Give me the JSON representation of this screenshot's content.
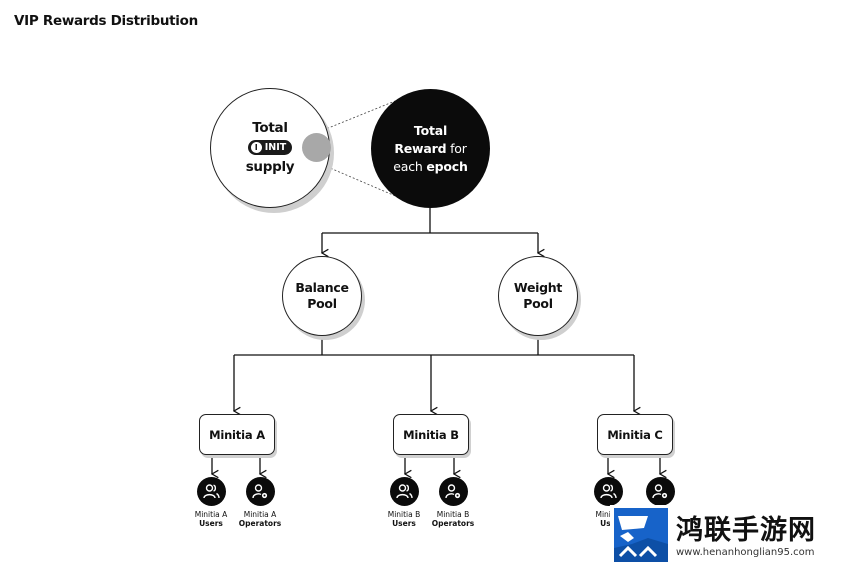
{
  "page": {
    "title": "VIP Rewards Distribution"
  },
  "supply_node": {
    "line1": "Total",
    "token_symbol": "INIT",
    "token_glyph": "I",
    "line2": "supply"
  },
  "epoch_node": {
    "line1": "Total",
    "line2_bold": "Reward",
    "line2_rest": " for",
    "line3_rest": "each ",
    "line3_bold": "epoch"
  },
  "pools": {
    "balance": {
      "line1": "Balance",
      "line2": "Pool"
    },
    "weight": {
      "line1": "Weight",
      "line2": "Pool"
    }
  },
  "minitias": [
    {
      "label": "Minitia A",
      "users_top": "Minitia A",
      "users_bottom": "Users",
      "operators_top": "Minitia A",
      "operators_bottom": "Operators"
    },
    {
      "label": "Minitia B",
      "users_top": "Minitia B",
      "users_bottom": "Users",
      "operators_top": "Minitia B",
      "operators_bottom": "Operators"
    },
    {
      "label": "Minitia C",
      "users_top": "Minitia",
      "users_bottom": "Use",
      "operators_top": "",
      "operators_bottom": ""
    }
  ],
  "icons": {
    "users": "users-icon",
    "operators": "operator-gear-icon"
  },
  "colors": {
    "node_dark": "#0b0b0b",
    "supply_slice": "#a8a8a8",
    "watermark_blue": "#1763c9"
  },
  "watermark": {
    "title": "鸿联手游网",
    "url": "www.henanhonglian95.com"
  }
}
